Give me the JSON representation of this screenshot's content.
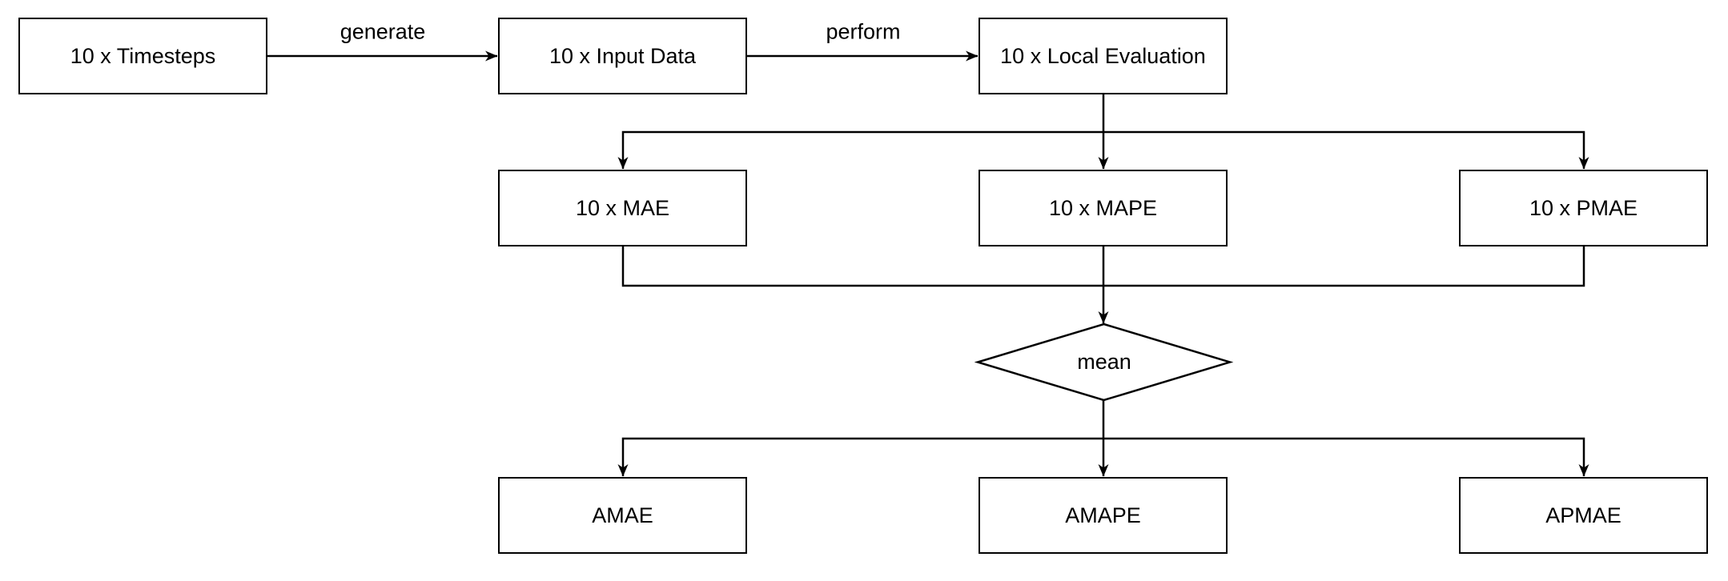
{
  "diagram": {
    "background_color": "#ffffff",
    "stroke_color": "#000000",
    "text_color": "#000000",
    "nodes": [
      {
        "id": "timesteps",
        "shape": "rect",
        "label": "10 x Timesteps"
      },
      {
        "id": "input-data",
        "shape": "rect",
        "label": "10 x Input Data"
      },
      {
        "id": "local-evaluation",
        "shape": "rect",
        "label": "10 x Local Evaluation"
      },
      {
        "id": "mae",
        "shape": "rect",
        "label": "10 x MAE"
      },
      {
        "id": "mape",
        "shape": "rect",
        "label": "10 x MAPE"
      },
      {
        "id": "pmae",
        "shape": "rect",
        "label": "10 x PMAE"
      },
      {
        "id": "mean",
        "shape": "diamond",
        "label": "mean"
      },
      {
        "id": "amae",
        "shape": "rect",
        "label": "AMAE"
      },
      {
        "id": "amape",
        "shape": "rect",
        "label": "AMAPE"
      },
      {
        "id": "apmae",
        "shape": "rect",
        "label": "APMAE"
      }
    ],
    "edges": [
      {
        "from": "timesteps",
        "to": "input-data",
        "label": "generate"
      },
      {
        "from": "input-data",
        "to": "local-evaluation",
        "label": "perform"
      },
      {
        "from": "local-evaluation",
        "to": "mae",
        "label": ""
      },
      {
        "from": "local-evaluation",
        "to": "mape",
        "label": ""
      },
      {
        "from": "local-evaluation",
        "to": "pmae",
        "label": ""
      },
      {
        "from": "mae",
        "to": "mean",
        "label": ""
      },
      {
        "from": "mape",
        "to": "mean",
        "label": ""
      },
      {
        "from": "pmae",
        "to": "mean",
        "label": ""
      },
      {
        "from": "mean",
        "to": "amae",
        "label": ""
      },
      {
        "from": "mean",
        "to": "amape",
        "label": ""
      },
      {
        "from": "mean",
        "to": "apmae",
        "label": ""
      }
    ]
  }
}
